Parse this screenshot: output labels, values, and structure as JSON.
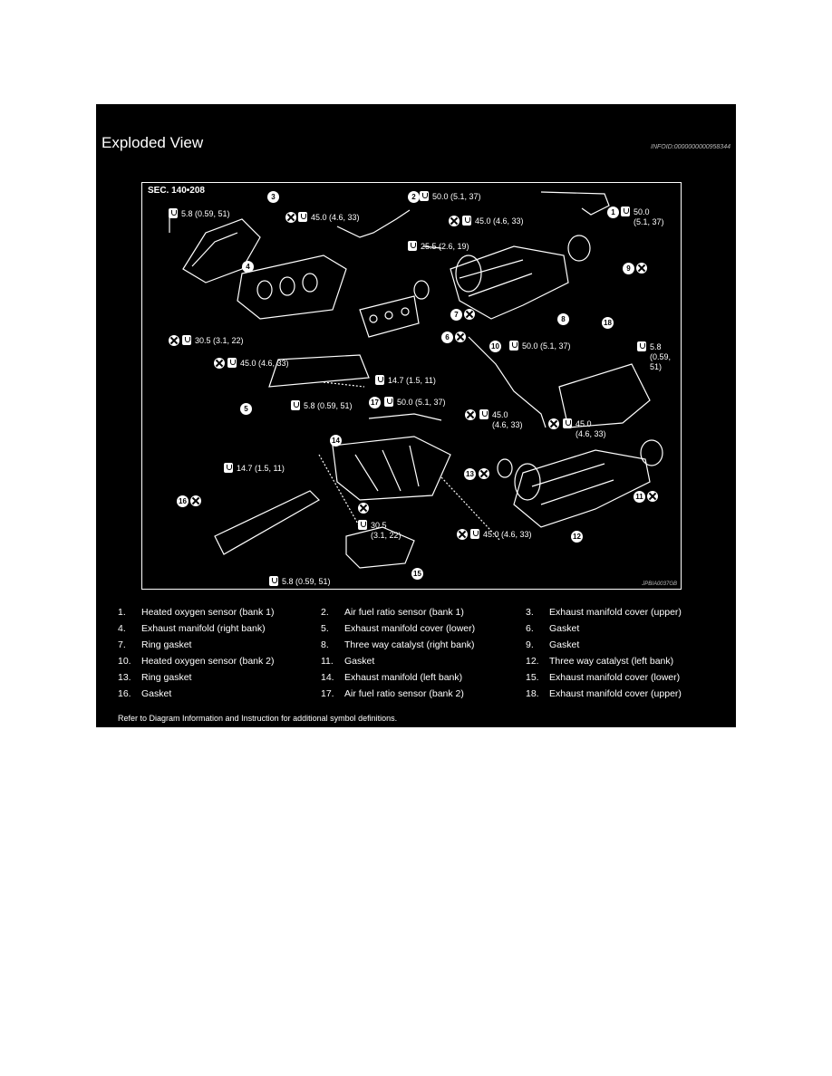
{
  "page": {
    "title": "Exploded View",
    "info_id": "INFOID:0000000000958344",
    "footnote": "Refer to Diagram Information and Instruction for additional symbol definitions."
  },
  "diagram": {
    "section": "SEC. 140•208",
    "figure_code": "JPBIA0037GB",
    "torques": {
      "t_bank1_sensor": "50.0",
      "t_bank1_sensor_sub": "(5.1, 37)",
      "t_af_sensor1": "50.0 (5.1, 37)",
      "t_cover_upper_r": "5.8 (0.59, 51)",
      "t_mani_nut_r1": "45.0 (4.6, 33)",
      "t_cat_nut_r": "45.0 (4.6, 33)",
      "t_stud_r": "25.5 (2.6, 19)",
      "t_mani_nut_r2": "30.5 (3.1, 22)",
      "t_mani_nut_r3": "45.0 (4.6, 33)",
      "t_stud_lower_r": "14.7 (1.5, 11)",
      "t_cover_lower_r": "5.8 (0.59, 51)",
      "t_bank2_sensor": "50.0 (5.1, 37)",
      "t_af_sensor2": "50.0 (5.1, 37)",
      "t_cover_upper_l": "5.8",
      "t_cover_upper_l_sub": "(0.59,",
      "t_cover_upper_l_sub2": "51)",
      "t_mani_nut_l1": "45.0",
      "t_mani_nut_l1_sub": "(4.6, 33)",
      "t_cat_nut_l1": "45.0",
      "t_cat_nut_l1_sub": "(4.6, 33)",
      "t_stud_lower_l": "14.7 (1.5, 11)",
      "t_mani_nut_l2": "30.5",
      "t_mani_nut_l2_sub": "(3.1, 22)",
      "t_cat_nut_l2": "45.0 (4.6, 33)",
      "t_cover_lower_l": "5.8 (0.59, 51)"
    },
    "callouts": [
      "1",
      "2",
      "3",
      "4",
      "5",
      "6",
      "7",
      "8",
      "9",
      "10",
      "11",
      "12",
      "13",
      "14",
      "15",
      "16",
      "17",
      "18"
    ]
  },
  "legend": [
    [
      "1.",
      "Heated oxygen sensor (bank 1)",
      "2.",
      "Air fuel ratio sensor (bank 1)",
      "3.",
      "Exhaust manifold cover (upper)"
    ],
    [
      "4.",
      "Exhaust manifold (right bank)",
      "5.",
      "Exhaust manifold cover (lower)",
      "6.",
      "Gasket"
    ],
    [
      "7.",
      "Ring gasket",
      "8.",
      "Three way catalyst (right bank)",
      "9.",
      "Gasket"
    ],
    [
      "10.",
      "Heated oxygen sensor (bank 2)",
      "11.",
      "Gasket",
      "12.",
      "Three way catalyst (left bank)"
    ],
    [
      "13.",
      "Ring gasket",
      "14.",
      "Exhaust manifold (left bank)",
      "15.",
      "Exhaust manifold cover (lower)"
    ],
    [
      "16.",
      "Gasket",
      "17.",
      "Air fuel ratio sensor (bank 2)",
      "18.",
      "Exhaust manifold cover (upper)"
    ]
  ]
}
